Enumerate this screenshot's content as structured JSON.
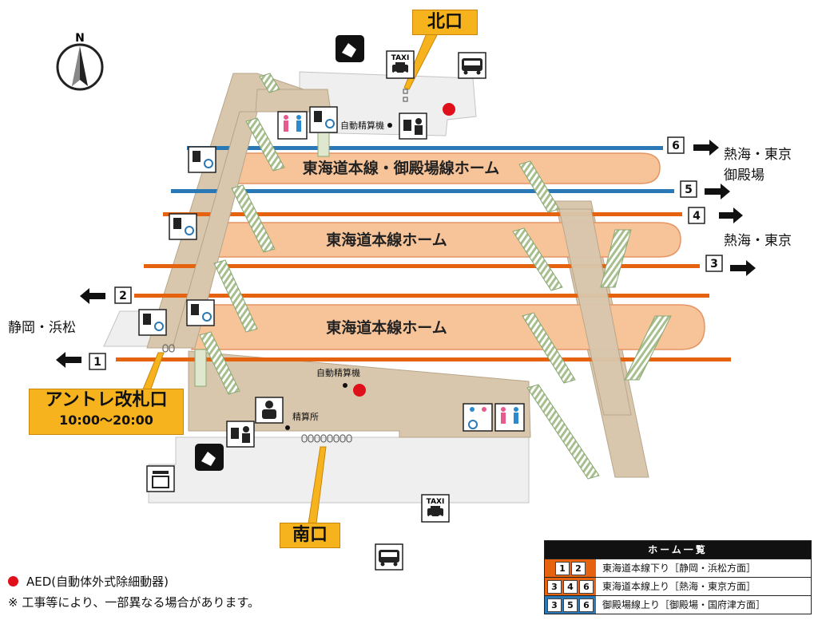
{
  "compass": {
    "label": "N"
  },
  "gates": {
    "north": "北口",
    "south": "南口",
    "antore_name": "アントレ改札口",
    "antore_hours": "10:00〜20:00"
  },
  "platforms": [
    {
      "label": "東海道本線・御殿場線ホーム"
    },
    {
      "label": "東海道本線ホーム"
    },
    {
      "label": "東海道本線ホーム"
    }
  ],
  "tracks": [
    {
      "number": "1",
      "direction": "left",
      "color": "#e5620f"
    },
    {
      "number": "2",
      "direction": "left",
      "color": "#e5620f"
    },
    {
      "number": "3",
      "direction": "right",
      "color": "#e5620f"
    },
    {
      "number": "4",
      "direction": "right",
      "color": "#e5620f"
    },
    {
      "number": "5",
      "direction": "right",
      "color": "#2a78b5"
    },
    {
      "number": "6",
      "direction": "right",
      "color": "#2a78b5"
    }
  ],
  "destinations": {
    "shizuoka": "静岡・浜松",
    "atami_tokyo_1": "熱海・東京",
    "gotemba": "御殿場",
    "atami_tokyo_2": "熱海・東京"
  },
  "facility_labels": {
    "fare_machine_north": "自動精算機",
    "fare_machine_south": "自動精算機",
    "fare_office": "精算所"
  },
  "icons": {
    "taxi_label": "TAXI",
    "taxi_label_2": "TAXI"
  },
  "legend": {
    "aed": "AED(自動体外式除細動器)",
    "note": "※ 工事等により、一部異なる場合があります。"
  },
  "platform_list": {
    "title": "ホーム一覧",
    "rows": [
      {
        "numbers": [
          "1",
          "2"
        ],
        "text": "東海道本線下り［静岡・浜松方面］",
        "color": "#e5620f"
      },
      {
        "numbers": [
          "3",
          "4",
          "6"
        ],
        "text": "東海道本線上り［熱海・東京方面］",
        "color": "#e5620f"
      },
      {
        "numbers": [
          "3",
          "5",
          "6"
        ],
        "text": "御殿場線上り［御殿場・国府津方面］",
        "color": "#2a78b5"
      }
    ]
  },
  "colors": {
    "platform": "#f7c49a",
    "platform_edge": "#e59463",
    "concourse": "#d9c7ad",
    "track_orange": "#e5620f",
    "track_blue": "#2a78b5",
    "gate_yellow": "#f6b31e",
    "aed_red": "#e0101b"
  }
}
